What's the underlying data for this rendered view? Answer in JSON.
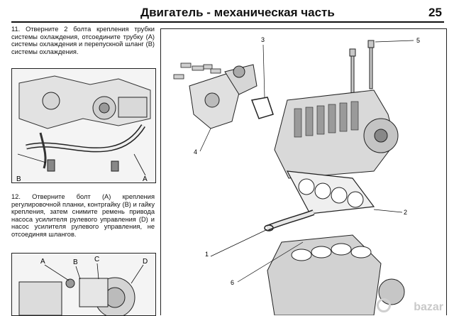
{
  "header": {
    "title": "Двигатель - механическая часть",
    "page_number": "25"
  },
  "steps": [
    {
      "text": "11. Отверните 2 болта крепления трубки системы охлаждения, отсоедините трубку (A) системы охлаждения и перепускной шланг (B) системы охлаждения."
    },
    {
      "text": "12. Отверните болт (A) крепления регулировочной планки, контргайку (B) и гайку крепления, затем снимите ремень привода насоса усилителя рулевого управления (D) и насос усилителя рулевого управления, не отсоединяя шлангов."
    }
  ],
  "figure1": {
    "labels": [
      "B",
      "A"
    ]
  },
  "figure2": {
    "labels": [
      "A",
      "B",
      "C",
      "D"
    ]
  },
  "main_figure": {
    "callouts": [
      "1",
      "2",
      "3",
      "4",
      "5",
      "6"
    ]
  },
  "watermark": {
    "text": "bazar"
  }
}
